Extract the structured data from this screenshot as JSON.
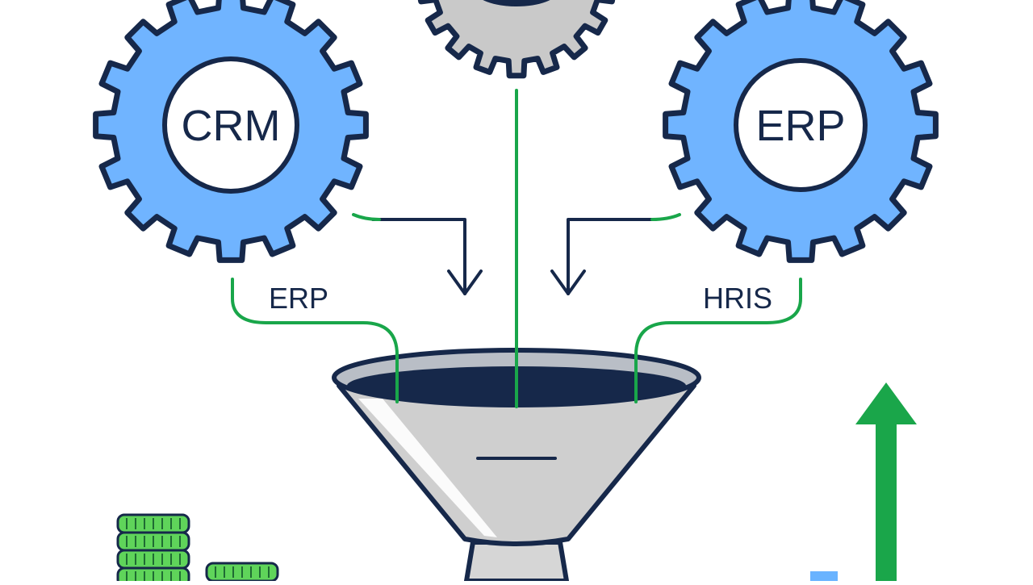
{
  "diagram": {
    "gears": {
      "left": {
        "label": "CRM",
        "fill": "#70b4ff"
      },
      "center": {
        "label": "",
        "fill": "#c9c9c9"
      },
      "right": {
        "label": "ERP",
        "fill": "#70b4ff"
      }
    },
    "flow_labels": {
      "left": "ERP",
      "right": "HRIS"
    },
    "colors": {
      "outline": "#16284a",
      "connector": "#19a64a",
      "funnel": "#cfcfcf",
      "coins": "#5fd45a",
      "growth_arrow": "#1aa64a",
      "bar": "#69b3ff"
    },
    "icons": [
      "gear-icon",
      "funnel-icon",
      "coin-stack-icon",
      "growth-arrow-icon",
      "bar-icon"
    ]
  }
}
